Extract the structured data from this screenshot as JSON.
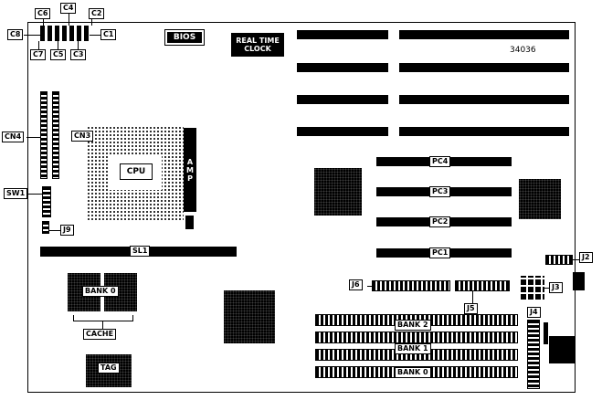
{
  "diagram": {
    "part_number": "34036",
    "capacitors": [
      "C1",
      "C2",
      "C3",
      "C4",
      "C5",
      "C6",
      "C7",
      "C8"
    ],
    "chips": {
      "bios": "BIOS",
      "rtc_line1": "REAL TIME",
      "rtc_line2": "CLOCK",
      "cpu": "CPU",
      "amp": "AMP",
      "tag": "TAG"
    },
    "connectors": {
      "cn3": "CN3",
      "cn4": "CN4",
      "sw1": "SW1",
      "j2": "J2",
      "j3": "J3",
      "j4": "J4",
      "j5": "J5",
      "j6": "J6",
      "j9": "J9",
      "sl1": "SL1"
    },
    "slots": {
      "pc1": "PC1",
      "pc2": "PC2",
      "pc3": "PC3",
      "pc4": "PC4"
    },
    "memory": {
      "bank2": "BANK 2",
      "bank1": "BANK 1",
      "bank0": "BANK 0"
    },
    "cache": {
      "bank0": "BANK 0",
      "label": "CACHE"
    }
  }
}
